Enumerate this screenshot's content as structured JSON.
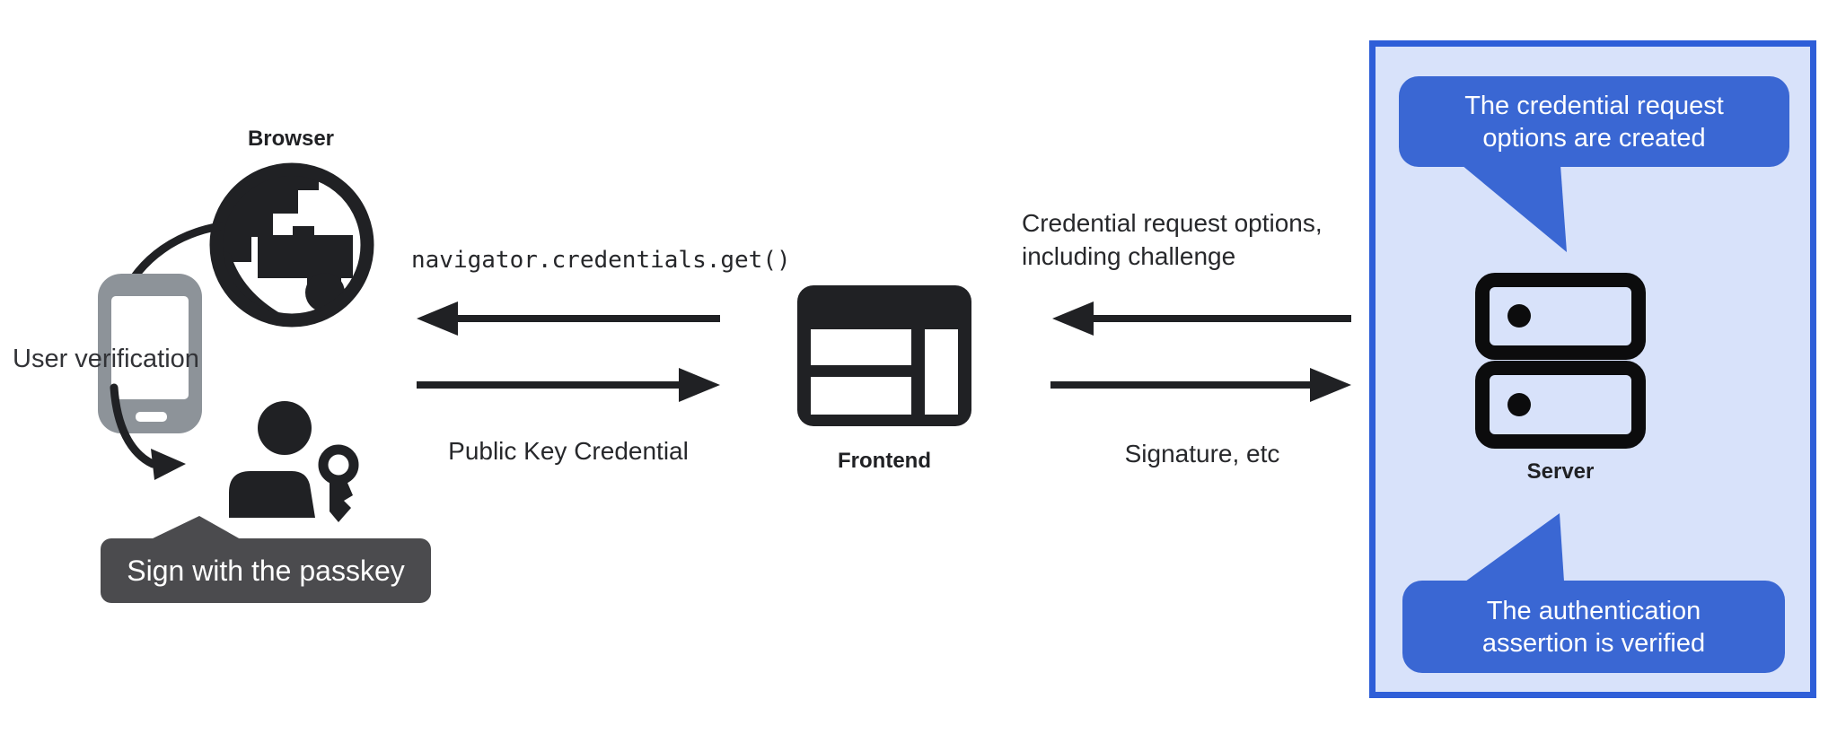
{
  "nodes": {
    "browser": {
      "label": "Browser"
    },
    "frontend": {
      "label": "Frontend"
    },
    "server": {
      "label": "Server"
    }
  },
  "annotations": {
    "user_verification": "User verification",
    "sign_with_passkey": "Sign with the passkey"
  },
  "messages": {
    "navigator_get": "navigator.credentials.get()",
    "public_key_credential": "Public Key Credential",
    "credential_request_line1": "Credential request options,",
    "credential_request_line2": "including challenge",
    "signature_etc": "Signature, etc"
  },
  "server_callouts": {
    "request_created_line1": "The credential request",
    "request_created_line2": "options are created",
    "assertion_verified_line1": "The authentication",
    "assertion_verified_line2": "assertion is verified"
  },
  "icons": {
    "browser": "globe-icon",
    "user_verification_device": "phone-icon",
    "user": "person-with-key-icon",
    "frontend": "browser-window-icon",
    "server": "server-stack-icon"
  },
  "colors": {
    "ink": "#202124",
    "phone_gray": "#8d9399",
    "tooltip_gray": "#4b4b4e",
    "bubble_blue": "#3a67d3",
    "panel_border_blue": "#2e5ed8",
    "panel_fill_blue": "#d8e2fa",
    "text_light": "#ffffff",
    "background": "#ffffff"
  }
}
